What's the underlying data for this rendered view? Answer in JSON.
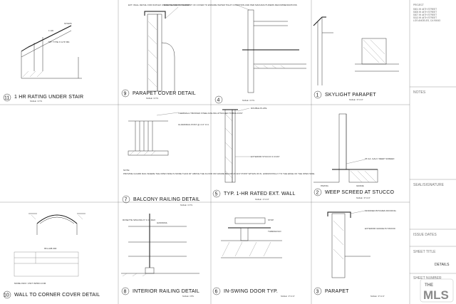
{
  "title_block": {
    "project_label": "PROJECT",
    "project_lines": [
      "5301 W 44TH STREET",
      "5305 W 44TH STREET",
      "5307 W 44TH STREET",
      "5313 W 44TH STREET",
      "LOS ANGELES, CA 90043"
    ],
    "notes_label": "NOTES",
    "seal_label": "SEAL/SIGNATURE",
    "issue_label": "ISSUE DATES",
    "sheet_title_label": "SHEET TITLE",
    "sheet_title": "DETAILS",
    "sheet_number_label": "SHEET NUMBER",
    "logo_text": "THE MLS"
  },
  "details": [
    {
      "num": "11",
      "title": "1 HR RATING UNDER STAIR",
      "scale": "SCALE : N.T.S"
    },
    {
      "num": "9",
      "title": "PARAPET COVER DETAIL",
      "scale": "SCALE : N.T.S"
    },
    {
      "num": "4",
      "title": "",
      "scale": "SCALE : N.T.S"
    },
    {
      "num": "1",
      "title": "SKYLIGHT PARAPET",
      "scale": "SCALE : 3\"=1'-0\""
    },
    {
      "num": "7",
      "title": "BALCONY RAILING DETAIL",
      "scale": "SCALE : N.T.S"
    },
    {
      "num": "5",
      "title": "TYP. 1-HR RATED EXT. WALL",
      "scale": "SCALE : 1\"=1'-0\""
    },
    {
      "num": "2",
      "title": "WEEP SCREED AT STUCCO",
      "scale": "SCALE : 3\"=1'-0\""
    },
    {
      "num": "10",
      "title": "WALL TO CORNER COVER DETAIL",
      "scale": ""
    },
    {
      "num": "8",
      "title": "INTERIOR RAILING DETAIL",
      "scale": "SCALE : NTS"
    },
    {
      "num": "6",
      "title": "IN-SWING DOOR TYP.",
      "scale": "SCALE : 3\"=1'-0\""
    },
    {
      "num": "3",
      "title": "PARAPET",
      "scale": "SCALE : 3\"=1'-0\""
    }
  ],
  "annotations": {
    "stair_1hr": "1 HR.",
    "stair_gyp": "5/8\" TYPE X GYP. BD.",
    "stair_label": "STAIRS",
    "parapet_wall": "EXT. WALL DETAIL FOR DUPLEX UNDER SEPARATE PERMIT",
    "parapet_note": "RAILING AND ATTACHMENT OF COVER TO ENSURE WATER TIGHT CONDITION AND PER MANUFACTURERS RECOMMENDATIONS",
    "rail_note": "THERMALLY BROKEN STEEL RAILING ATTACHED TO BALCONY",
    "guardrail_note": "GUARDRAIL POST @ 4'-0\" O.C.",
    "balcony_note_head": "NOTE:",
    "balcony_note": "PROVIDE GUARD RAIL WHERE THE OPEN SIDE IS MORE THAN 30\" ABOVE THE FLOOR OR GRADE BELOW AT ANY POINT WITHIN 36 IN. HORIZONTALLY TO THE EDGE OF THE OPEN SIDE.",
    "wall_double_plate": "DOUBLE PLATE",
    "wall_stucco": "EXTERIOR STUCCO 3 COAT",
    "weep_screed": "26 GA. GALV. WEEP SCREED",
    "weep_paving": "PAVING",
    "weep_grade": "GRADE",
    "corner_bolt": "651-A08-300",
    "corner_visit": "MORE INFO: VISIT INPRO.COM",
    "int_rail_post": "ROSETTE SPACING 6\" O.C. MAX",
    "int_rail_handrail": "HANDRAIL",
    "door_stop": "STOP",
    "door_sill": "THRESHOLD",
    "parapet3_cap": "MODIFIED BITUMEN ROOFING",
    "parapet3_bd": "EXTERIOR GRADE PLYWOOD"
  }
}
